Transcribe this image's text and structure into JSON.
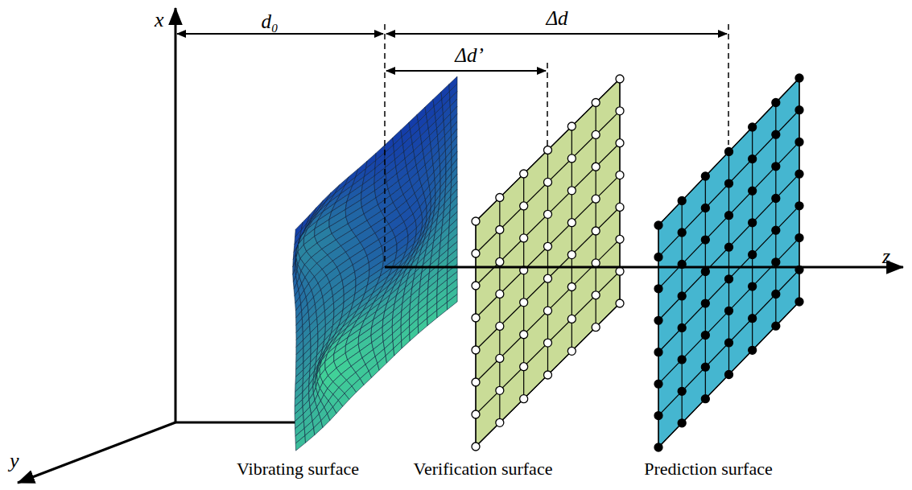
{
  "diagram": {
    "labels": [
      "x",
      "y",
      "z",
      "d₀",
      "Δd",
      "Δd’",
      "Vibrating surface",
      "Verification surface",
      "Prediction surface"
    ]
  }
}
